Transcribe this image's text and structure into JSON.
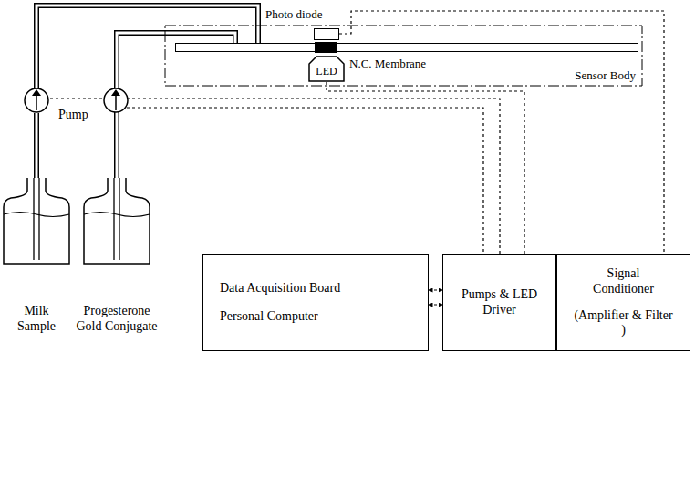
{
  "diagram": {
    "nodes": [
      {
        "text": [
          "Sensor Body"
        ]
      },
      {
        "text": [
          "Photo diode"
        ],
        "in": 0
      },
      {
        "text": [
          "N.C. Membrane"
        ],
        "in": 0
      },
      {
        "text": [
          "LED"
        ],
        "in": 0
      },
      {
        "text": [
          "Pump"
        ]
      },
      {
        "text": [
          "Milk Sample"
        ]
      },
      {
        "text": [
          "Progesterone Gold Conjugate"
        ]
      },
      {
        "text": [
          "Data Acquisition Board",
          "Personal Computer"
        ]
      },
      {
        "text": [
          "Pumps & LED Driver"
        ]
      },
      {
        "text": [
          "Signal Conditioner",
          "(Amplifier & Filter )"
        ]
      }
    ],
    "edges": [
      {
        "from": 5,
        "to": 4,
        "arrow": "none"
      },
      {
        "from": 4,
        "to": 2,
        "arrow": "none"
      },
      {
        "from": 6,
        "to": 2,
        "arrow": "none"
      },
      {
        "from": 7,
        "to": 8,
        "arrow": "both"
      },
      {
        "from": 7,
        "to": 8,
        "arrow": "both"
      },
      {
        "from": 8,
        "to": 4,
        "arrow": "none"
      },
      {
        "from": 8,
        "to": 3,
        "arrow": "none"
      },
      {
        "from": 1,
        "to": 9,
        "arrow": "none"
      }
    ]
  }
}
